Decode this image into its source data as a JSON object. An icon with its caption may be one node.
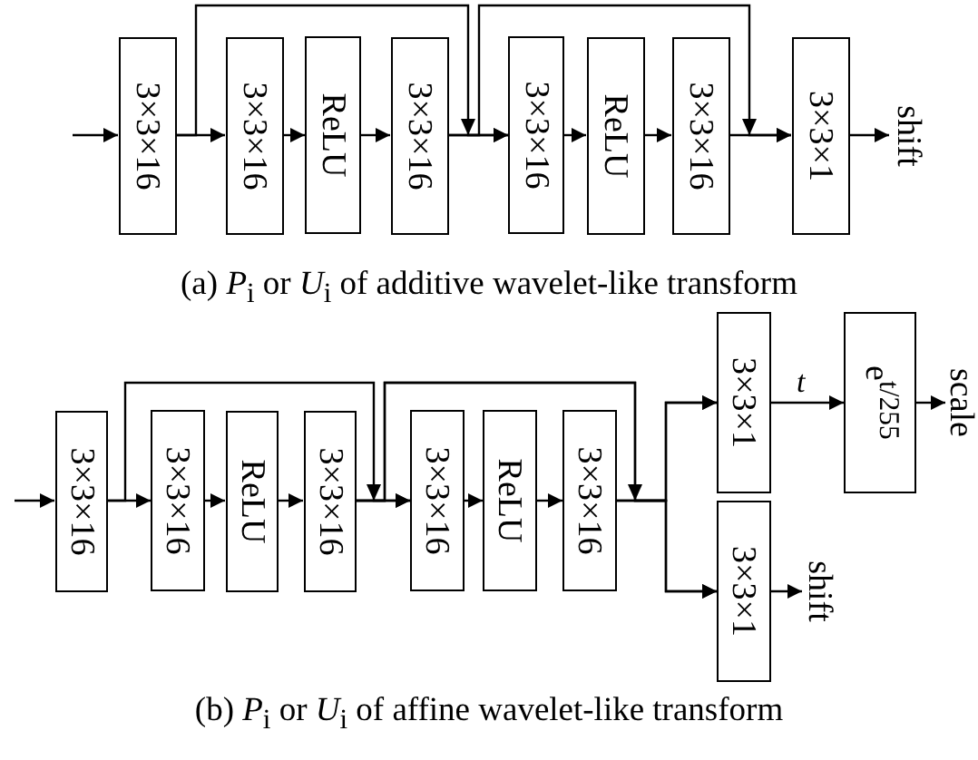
{
  "diagram": {
    "nodes": [
      {
        "text": [
          "3×3×16"
        ]
      },
      {
        "text": [
          "3×3×16"
        ]
      },
      {
        "text": [
          "ReLU"
        ]
      },
      {
        "text": [
          "3×3×16"
        ]
      },
      {
        "text": [
          "3×3×16"
        ]
      },
      {
        "text": [
          "ReLU"
        ]
      },
      {
        "text": [
          "3×3×16"
        ]
      },
      {
        "text": [
          "3×3×1"
        ]
      },
      {
        "text": [
          "shift"
        ]
      },
      {
        "text": [
          "3×3×16"
        ]
      },
      {
        "text": [
          "3×3×16"
        ]
      },
      {
        "text": [
          "ReLU"
        ]
      },
      {
        "text": [
          "3×3×16"
        ]
      },
      {
        "text": [
          "3×3×16"
        ]
      },
      {
        "text": [
          "ReLU"
        ]
      },
      {
        "text": [
          "3×3×16"
        ]
      },
      {
        "text": [
          "3×3×1"
        ]
      },
      {
        "text": [
          "e$^{t/255}$"
        ]
      },
      {
        "text": [
          "scale"
        ]
      },
      {
        "text": [
          "3×3×1"
        ]
      },
      {
        "text": [
          "shift"
        ]
      }
    ],
    "edges": [
      {
        "from": null,
        "to": 0,
        "arrow": "to"
      },
      {
        "from": 0,
        "to": 1,
        "arrow": "to"
      },
      {
        "from": 0,
        "to": 4,
        "arrow": "to"
      },
      {
        "from": 1,
        "to": 2,
        "arrow": "to"
      },
      {
        "from": 2,
        "to": 3,
        "arrow": "to"
      },
      {
        "from": 3,
        "to": 4,
        "arrow": "to"
      },
      {
        "from": 4,
        "to": 5,
        "arrow": "to"
      },
      {
        "from": 5,
        "to": 6,
        "arrow": "to"
      },
      {
        "from": 6,
        "to": 7,
        "arrow": "to"
      },
      {
        "from": 3,
        "to": 7,
        "arrow": "to"
      },
      {
        "from": 7,
        "to": 8,
        "arrow": "to"
      },
      {
        "from": null,
        "to": 9,
        "arrow": "to"
      },
      {
        "from": 9,
        "to": 10,
        "arrow": "to"
      },
      {
        "from": 9,
        "to": 13,
        "arrow": "to"
      },
      {
        "from": 10,
        "to": 11,
        "arrow": "to"
      },
      {
        "from": 11,
        "to": 12,
        "arrow": "to"
      },
      {
        "from": 12,
        "to": 13,
        "arrow": "to"
      },
      {
        "from": 13,
        "to": 14,
        "arrow": "to"
      },
      {
        "from": 14,
        "to": 15,
        "arrow": "to"
      },
      {
        "from": 15,
        "to": 16,
        "arrow": "to"
      },
      {
        "from": 15,
        "to": 19,
        "arrow": "to"
      },
      {
        "from": 12,
        "to": 16,
        "arrow": "to"
      },
      {
        "from": 12,
        "to": 19,
        "arrow": "to"
      },
      {
        "from": 16,
        "to": 17,
        "label": "t",
        "arrow": "to"
      },
      {
        "from": 17,
        "to": 18,
        "arrow": "to"
      },
      {
        "from": 19,
        "to": 20,
        "arrow": "to"
      }
    ],
    "labels": [
      "(a) *P*$_{i}$ or *U*$_{i}$ of additive wavelet-like transform",
      "(b) *P*$_{i}$ or *U*$_{i}$ of affine wavelet-like transform"
    ]
  }
}
